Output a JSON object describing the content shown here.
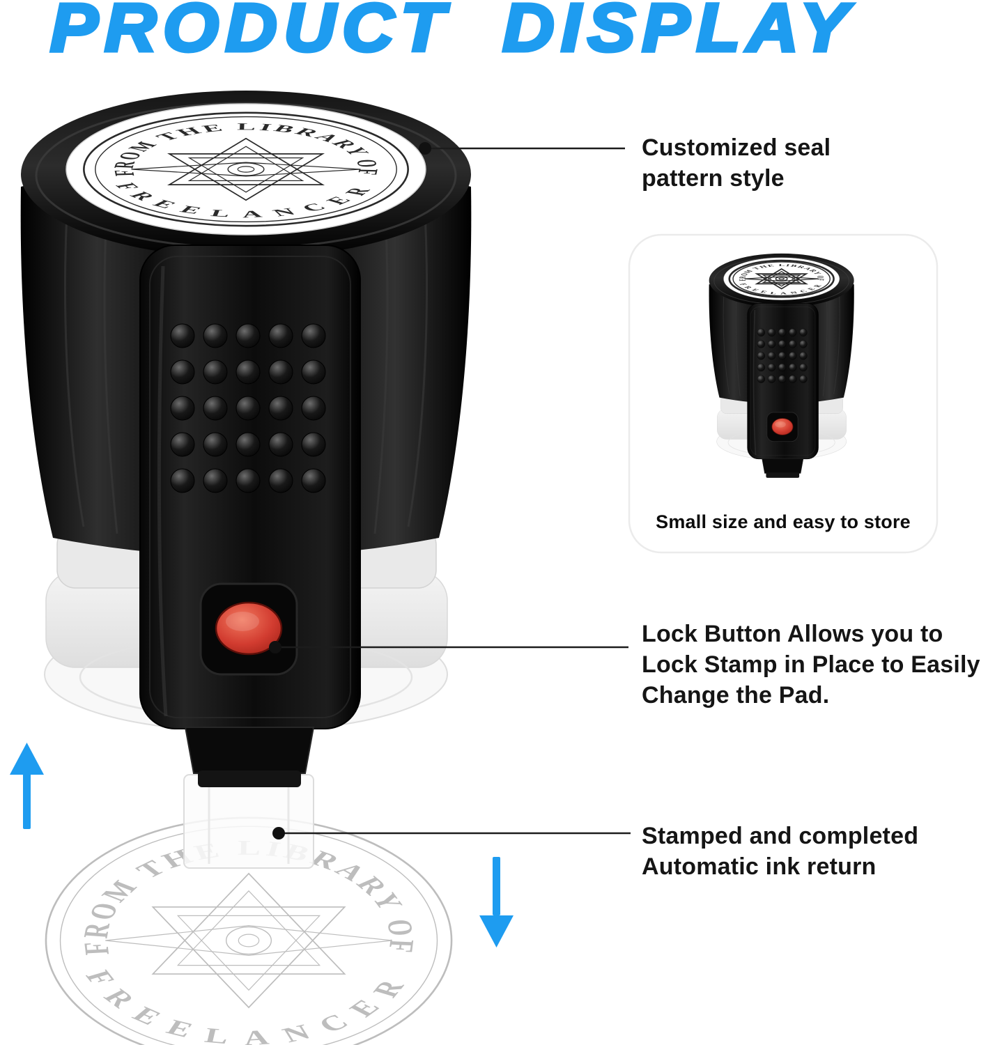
{
  "title": "PRODUCT DISPLAY",
  "seal": {
    "top_text": "FROM THE LIBRARY OF",
    "bottom_text": "FREELANCER"
  },
  "callouts": {
    "seal_pattern": {
      "lines": [
        "Customized seal",
        "pattern style"
      ]
    },
    "lock_button": {
      "lines": [
        "Lock Button Allows you to",
        "Lock Stamp in Place to Easily",
        "Change the Pad."
      ]
    },
    "ink_return": {
      "lines": [
        "Stamped and completed",
        "Automatic ink return"
      ]
    }
  },
  "card": {
    "caption": "Small size and easy to store"
  },
  "colors": {
    "accent_blue": "#1E9CF0",
    "button_red": "#D23C30",
    "stamp_black": "#0A0A0A",
    "impression_gray": "#BDBDBD",
    "callout_line": "#1c1c1c"
  }
}
